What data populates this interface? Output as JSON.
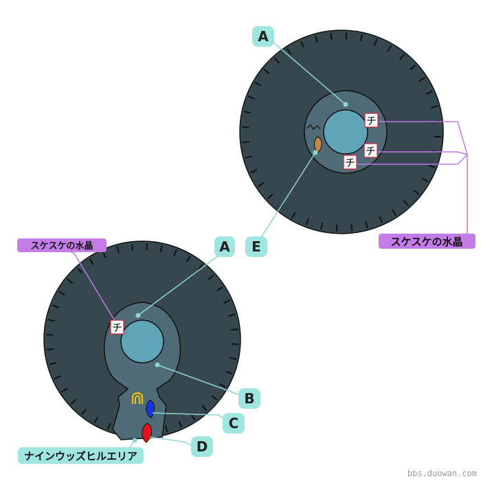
{
  "colors": {
    "outer_ring": "#36474e",
    "inner_ring": "#4f6b77",
    "core": "#5fa4b7",
    "tick": "#111111",
    "callout_line": "#8fd6d0",
    "label_badge": "#9ee6df",
    "crystal_line": "#c07ae6",
    "crystal_badge": "#c47ce9",
    "marker_bg": "#ffffff",
    "marker_border": "#c0283a",
    "blue_marker": "#1536e0",
    "red_marker": "#e0141c",
    "gold_gate": "#f0c010",
    "seed_marker": "#c08a4a"
  },
  "right_map": {
    "label_a": "A",
    "label_e": "E",
    "crystal_label": "スケスケの水晶",
    "markers": [
      "チ",
      "チ",
      "チ"
    ]
  },
  "left_map": {
    "label_a": "A",
    "label_b": "B",
    "label_c": "C",
    "label_d": "D",
    "crystal_label": "スケスケの水晶",
    "marker": "チ",
    "area_label": "ナインウッズヒルエリア"
  },
  "icons": {
    "gate": "gate-icon",
    "blue_item": "blue-item-icon",
    "red_item": "red-item-icon",
    "seed": "seed-icon"
  },
  "watermark": "bbs.duowan.com"
}
